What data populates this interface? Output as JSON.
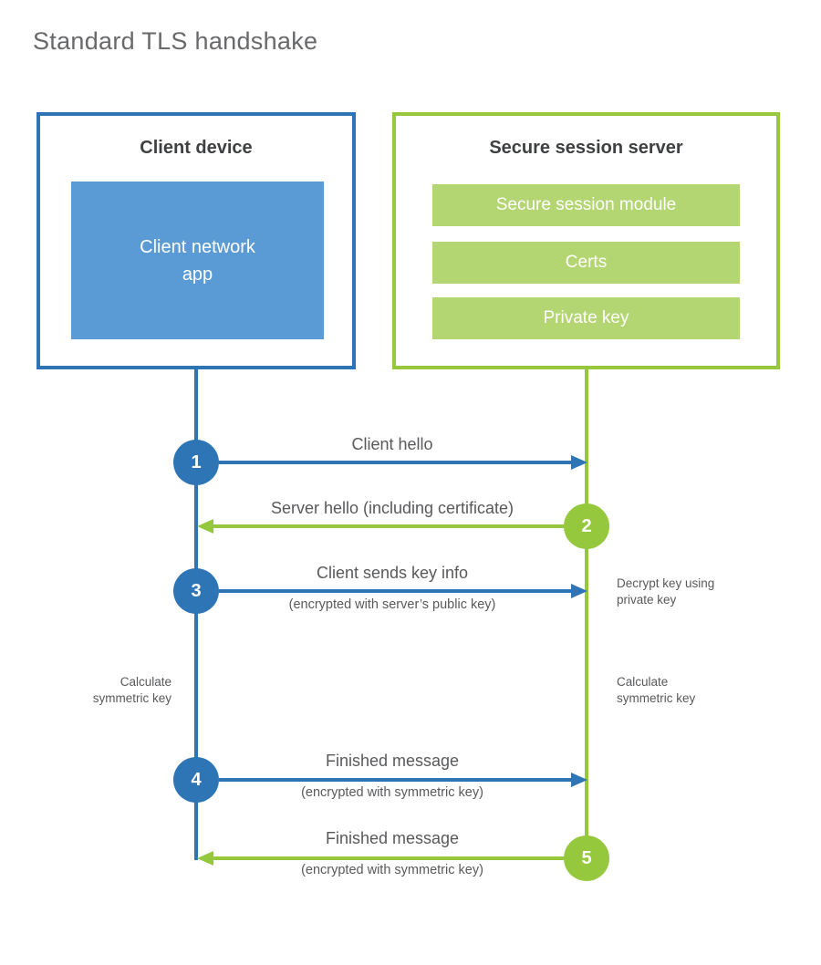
{
  "title": "Standard TLS handshake",
  "client": {
    "title": "Client device",
    "app": "Client network\napp"
  },
  "server": {
    "title": "Secure session server",
    "modules": [
      "Secure session module",
      "Certs",
      "Private key"
    ]
  },
  "steps": [
    {
      "num": "1",
      "label": "Client hello",
      "sub": "",
      "color": "blue",
      "direction": "right"
    },
    {
      "num": "2",
      "label": "Server hello (including certificate)",
      "sub": "",
      "color": "green",
      "direction": "left"
    },
    {
      "num": "3",
      "label": "Client sends key info",
      "sub": "(encrypted with server’s public key)",
      "color": "blue",
      "direction": "right"
    },
    {
      "num": "4",
      "label": "Finished message",
      "sub": "(encrypted with symmetric key)",
      "color": "blue",
      "direction": "right"
    },
    {
      "num": "5",
      "label": "Finished message",
      "sub": "(encrypted with symmetric key)",
      "color": "green",
      "direction": "left"
    }
  ],
  "notes": {
    "decrypt": "Decrypt key using\nprivate key",
    "calc_left": "Calculate\nsymmetric key",
    "calc_right": "Calculate\nsymmetric key"
  },
  "colors": {
    "blue": "#2e75b6",
    "blue_light": "#5b9bd5",
    "green": "#96c83e",
    "green_light": "#b3d572",
    "label_text": "#58595b",
    "title_text": "#68696b"
  }
}
